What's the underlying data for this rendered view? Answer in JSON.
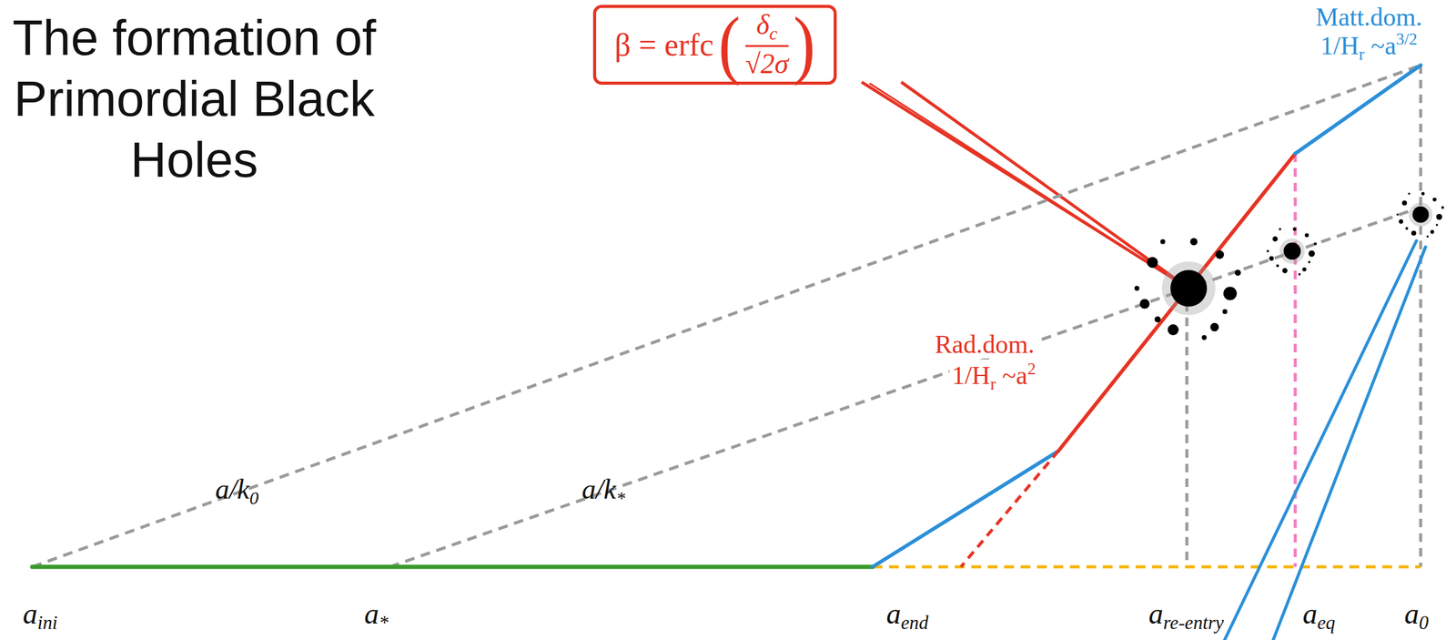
{
  "diagram": {
    "title": "The formation of Primordial Black Holes",
    "nodes": [
      {
        "text": [
          "β = erfc",
          "(",
          "δ",
          "c",
          "√2σ",
          ")"
        ]
      }
    ],
    "labels": [
      "Matt.dom.",
      "1/H",
      "r",
      "~a",
      "3/2",
      "Rad.dom.",
      "1/H",
      "r",
      "~a",
      "2",
      "a/k",
      "0",
      "a/k",
      "*",
      "a",
      "ini",
      "a",
      "*",
      "a",
      "end",
      "a",
      "re-entry",
      "a",
      "eq",
      "a",
      "0"
    ]
  }
}
